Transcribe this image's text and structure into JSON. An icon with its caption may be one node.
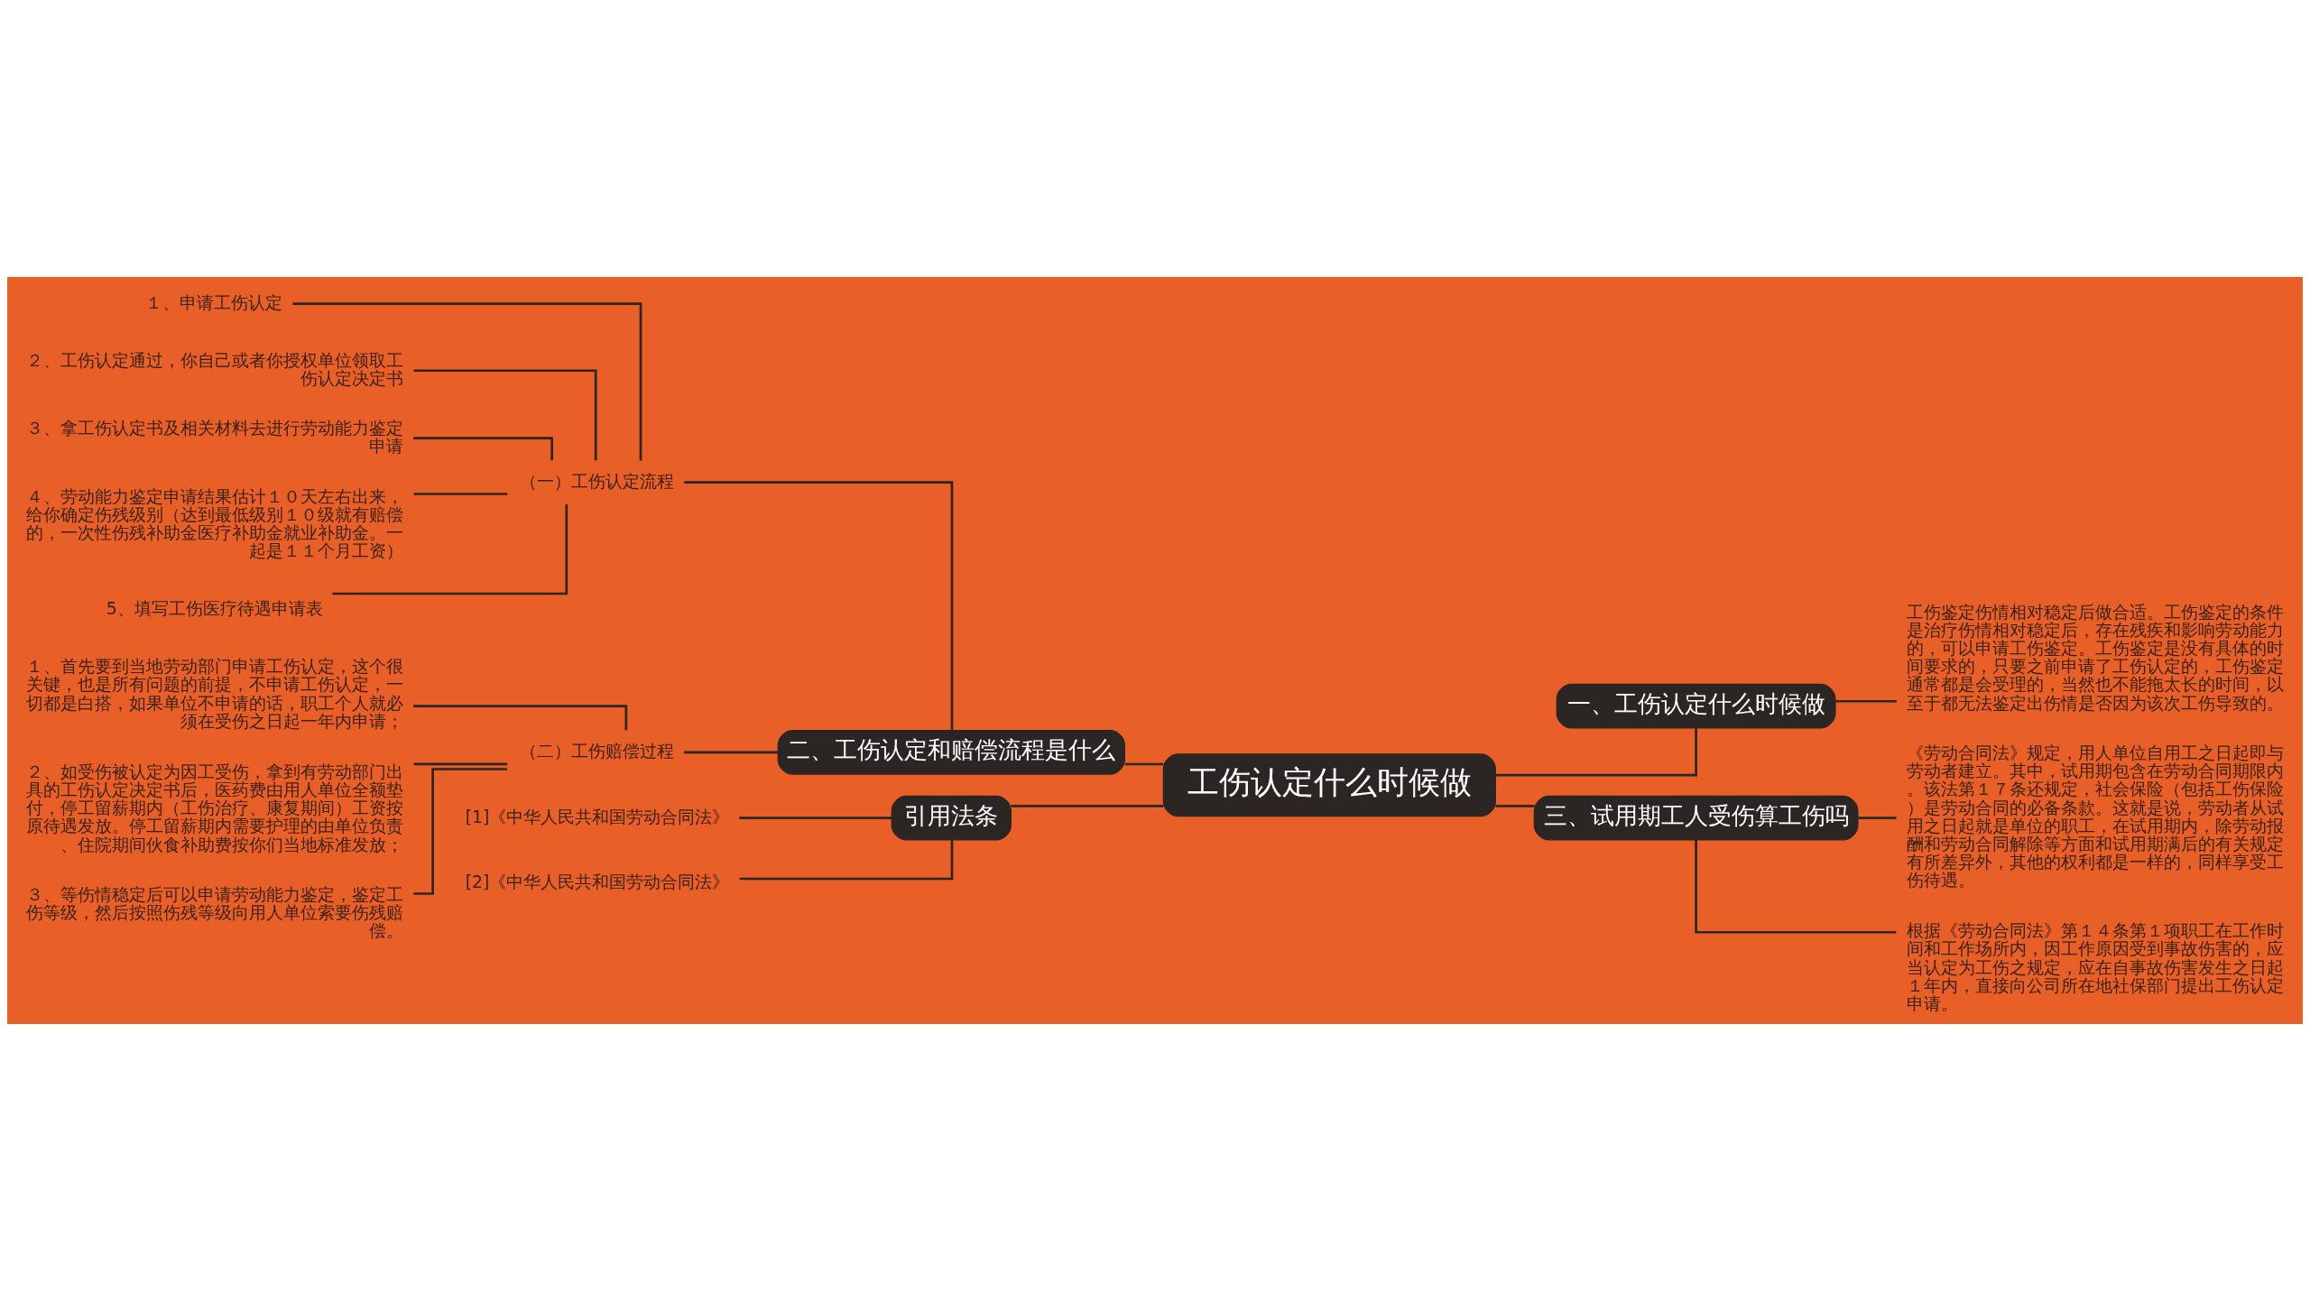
{
  "diagram": {
    "nodes": [
      {
        "text": [
          "工伤认定什么时候做"
        ]
      },
      {
        "text": [
          "一、工伤认定什么时候做"
        ]
      },
      {
        "text": [
          "工伤鉴定伤情相对稳定后做合适。工伤鉴定的条件是治疗伤情相对稳定后，存在残疾和影响劳动能力的，可以申请工伤鉴定。工伤鉴定是没有具体的时间要求的，只要之前申请了工伤认定的，工伤鉴定通常都是会受理的，当然也不能拖太长的时间，以至于都无法鉴定出伤情是否因为该次工伤导致的。"
        ]
      },
      {
        "text": [
          "三、试用期工人受伤算工伤吗"
        ]
      },
      {
        "text": [
          "《劳动合同法》规定，用人单位自用工之日起即与劳动者建立。其中，试用期包含在劳动合同期限内。该法第１７条还规定，社会保险（包括工伤保险）是劳动合同的必备条款。这就是说，劳动者从试用之日起就是单位的职工，在试用期内，除劳动报酬和劳动合同解除等方面和试用期满后的有关规定有所差异外，其他的权利都是一样的，同样享受工伤待遇。"
        ]
      },
      {
        "text": [
          "根据《劳动合同法》第１４条第１项职工在工作时间和工作场所内，因工作原因受到事故伤害的，应当认定为工伤之规定，应在自事故伤害发生之日起１年内，直接向公司所在地社保部门提出工伤认定申请。"
        ]
      },
      {
        "text": [
          "二、工伤认定和赔偿流程是什么"
        ]
      },
      {
        "text": [
          "（一）工伤认定流程"
        ]
      },
      {
        "text": [
          "１、申请工伤认定"
        ]
      },
      {
        "text": [
          "２、工伤认定通过，你自己或者你授权单位领取工伤认定决定书"
        ]
      },
      {
        "text": [
          "３、拿工伤认定书及相关材料去进行劳动能力鉴定申请"
        ]
      },
      {
        "text": [
          "４、劳动能力鉴定申请结果估计１０天左右出来，给你确定伤残级别（达到最低级别１０级就有赔偿的，一次性伤残补助金医疗补助金就业补助金。一起是１１个月工资）"
        ]
      },
      {
        "text": [
          "5、填写工伤医疗待遇申请表"
        ]
      },
      {
        "text": [
          "（二）工伤赔偿过程"
        ]
      },
      {
        "text": [
          "１、首先要到当地劳动部门申请工伤认定，这个很关键，也是所有问题的前提，不申请工伤认定，一切都是白搭，如果单位不申请的话，职工个人就必须在受伤之日起一年内申请；"
        ]
      },
      {
        "text": [
          "２、如受伤被认定为因工受伤，拿到有劳动部门出具的工伤认定决定书后，医药费由用人单位全额垫付，停工留薪期内（工伤治疗、康复期间）工资按原待遇发放。停工留薪期内需要护理的由单位负责、住院期间伙食补助费按你们当地标准发放；"
        ]
      },
      {
        "text": [
          "３、等伤情稳定后可以申请劳动能力鉴定，鉴定工伤等级，然后按照伤残等级向用人单位索要伤残赔偿。"
        ]
      },
      {
        "text": [
          "引用法条"
        ]
      },
      {
        "text": [
          "[1]《中华人民共和国劳动合同法》"
        ]
      },
      {
        "text": [
          "[2]《中华人民共和国劳动合同法》"
        ]
      }
    ],
    "edges": [
      {
        "from": 0,
        "to": 1,
        "arrow": "none"
      },
      {
        "from": 1,
        "to": 2,
        "arrow": "none"
      },
      {
        "from": 0,
        "to": 3,
        "arrow": "none"
      },
      {
        "from": 3,
        "to": 4,
        "arrow": "none"
      },
      {
        "from": 3,
        "to": 5,
        "arrow": "none"
      },
      {
        "from": 0,
        "to": 6,
        "arrow": "none"
      },
      {
        "from": 6,
        "to": 7,
        "arrow": "none"
      },
      {
        "from": 7,
        "to": 8,
        "arrow": "none"
      },
      {
        "from": 7,
        "to": 9,
        "arrow": "none"
      },
      {
        "from": 7,
        "to": 10,
        "arrow": "none"
      },
      {
        "from": 7,
        "to": 11,
        "arrow": "none"
      },
      {
        "from": 7,
        "to": 12,
        "arrow": "none"
      },
      {
        "from": 6,
        "to": 13,
        "arrow": "none"
      },
      {
        "from": 13,
        "to": 14,
        "arrow": "none"
      },
      {
        "from": 13,
        "to": 15,
        "arrow": "none"
      },
      {
        "from": 13,
        "to": 16,
        "arrow": "none"
      },
      {
        "from": 0,
        "to": 17,
        "arrow": "none"
      },
      {
        "from": 17,
        "to": 18,
        "arrow": "none"
      },
      {
        "from": 17,
        "to": 19,
        "arrow": "none"
      }
    ]
  }
}
